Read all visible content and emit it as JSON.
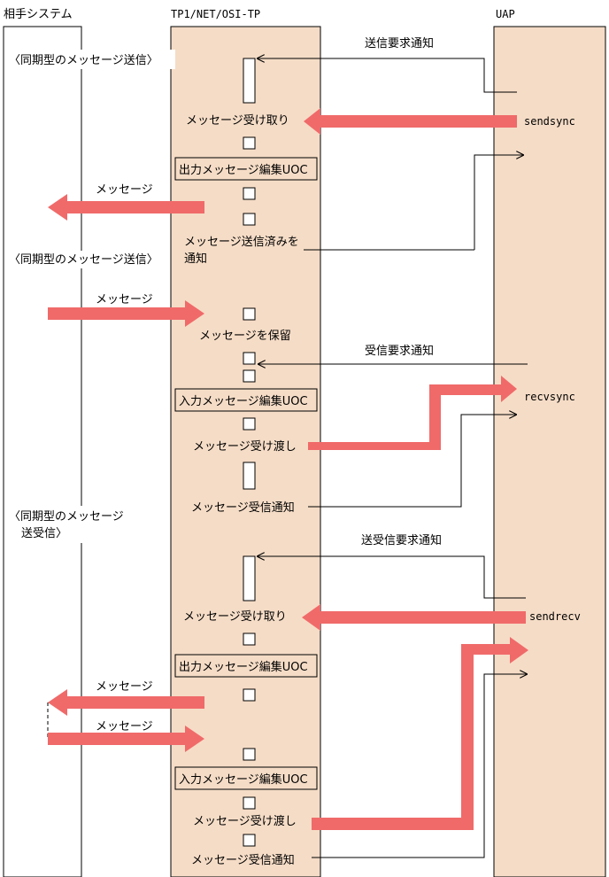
{
  "columns": {
    "partner": "相手システム",
    "tp1": "TP1/NET/OSI-TP",
    "uap": "UAP"
  },
  "sections": {
    "s1": "〈同期型のメッセージ送信〉",
    "s2": "〈同期型のメッセージ送信〉",
    "s3_line1": "〈同期型のメッセージ",
    "s3_line2": "送受信〉"
  },
  "labels": {
    "send_request": "送信要求通知",
    "msg_receive_1": "メッセージ受け取り",
    "output_uoc_1": "出力メッセージ編集UOC",
    "message_1": "メッセージ",
    "sent_notify_line1": "メッセージ送信済みを",
    "sent_notify_line2": "通知",
    "message_2": "メッセージ",
    "msg_hold": "メッセージを保留",
    "recv_request": "受信要求通知",
    "input_uoc_1": "入力メッセージ編集UOC",
    "msg_handover_1": "メッセージ受け渡し",
    "recv_notify_1": "メッセージ受信通知",
    "sendrecv_request": "送受信要求通知",
    "msg_receive_2": "メッセージ受け取り",
    "output_uoc_2": "出力メッセージ編集UOC",
    "message_3": "メッセージ",
    "message_4": "メッセージ",
    "input_uoc_2": "入力メッセージ編集UOC",
    "msg_handover_2": "メッセージ受け渡し",
    "recv_notify_2": "メッセージ受信通知"
  },
  "functions": {
    "sendsync": "sendsync",
    "recvsync": "recvsync",
    "sendrecv": "sendrecv"
  },
  "colors": {
    "lane_fill": "#f5dcc6",
    "arrow": "#f06a6a",
    "line": "#000000"
  }
}
